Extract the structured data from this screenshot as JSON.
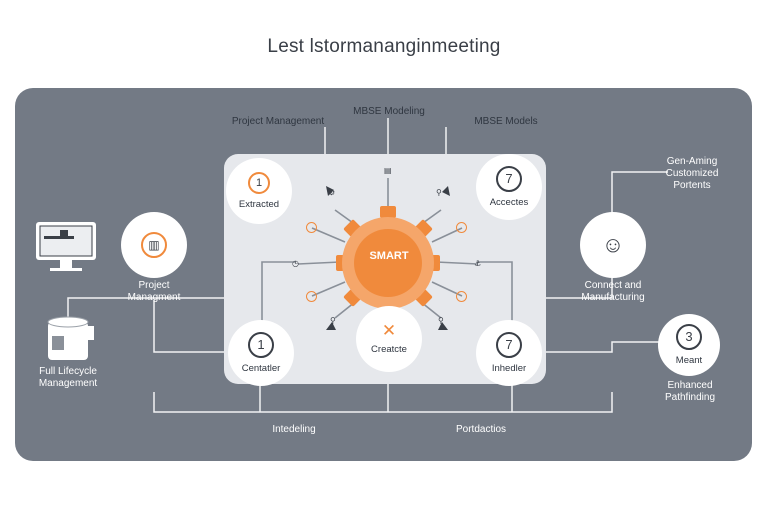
{
  "title": "Lest lstormananginmeeting",
  "labels": {
    "top_left": "Project Management",
    "top_center": "MBSE Modeling",
    "top_right": "MBSE Models",
    "right_top": "Gen-Aming Customized Portents",
    "left_mid": "Project Managment",
    "left_bottom": "Full Lifecycle Management",
    "right_mid": "Connect and Manufacturing",
    "right_bottom_circle": "Meant",
    "right_bottom": "Enhanced Pathfinding",
    "bottom_left": "Intedeling",
    "bottom_right": "Portdactios"
  },
  "nodes": {
    "tl": {
      "glyph": "1",
      "label": "Extracted"
    },
    "tr": {
      "glyph": "7",
      "label": "Accectes"
    },
    "bl": {
      "glyph": "1",
      "label": "Centatler"
    },
    "bc": {
      "glyph": "✕",
      "label": "Creatcte"
    },
    "br": {
      "glyph": "7",
      "label": "Inhedler"
    },
    "rb": {
      "glyph": "3"
    }
  },
  "gear": {
    "label": "SMART"
  },
  "colors": {
    "accent": "#f08a3c",
    "panel": "#737a85",
    "inner": "#e6e8ec"
  }
}
